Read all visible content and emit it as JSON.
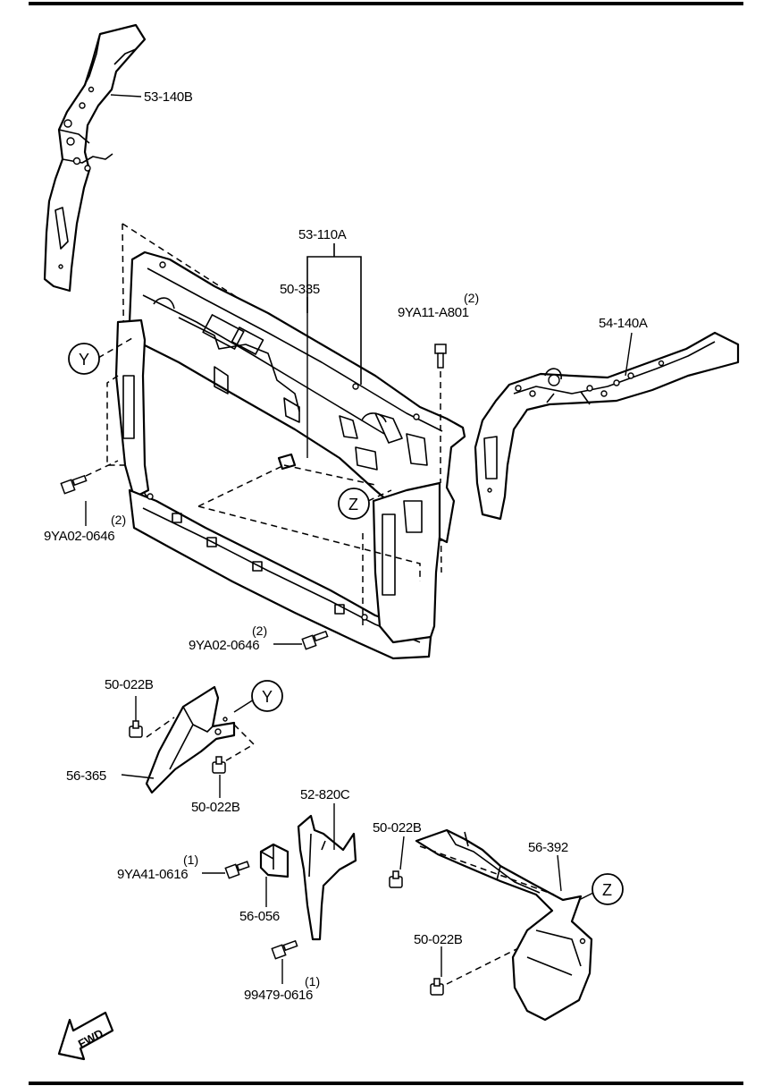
{
  "labels": {
    "p53_140B": "53-140B",
    "p53_110A": "53-110A",
    "p50_335": "50-335",
    "p9YA11_A801": "9YA11-A801",
    "q9YA11_A801": "(2)",
    "p54_140A": "54-140A",
    "p9YA02_0646_left": "9YA02-0646",
    "q9YA02_0646_left": "(2)",
    "p9YA02_0646_bottom": "9YA02-0646",
    "q9YA02_0646_bottom": "(2)",
    "p50_022B_a": "50-022B",
    "p56_365": "56-365",
    "p50_022B_b": "50-022B",
    "p52_820C": "52-820C",
    "p9YA41_0616": "9YA41-0616",
    "q9YA41_0616": "(1)",
    "p56_056": "56-056",
    "p99479_0616": "99479-0616",
    "q99479_0616": "(1)",
    "p50_022B_c": "50-022B",
    "p56_392": "56-392",
    "p50_022B_d": "50-022B"
  },
  "callouts": {
    "y_top": "Y",
    "z_top": "Z",
    "y_bottom": "Y",
    "z_bottom": "Z"
  },
  "fwd": "FWD"
}
